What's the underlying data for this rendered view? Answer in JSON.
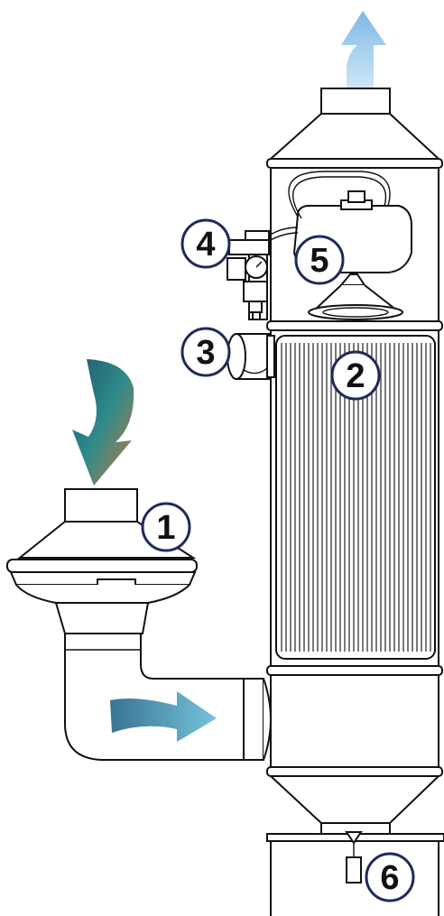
{
  "callouts": {
    "c1": "1",
    "c2": "2",
    "c3": "3",
    "c4": "4",
    "c5": "5",
    "c6": "6"
  },
  "colors": {
    "callout_ring": "#1f2a5a",
    "outlet_arrow": "#8fc3e8",
    "inlet_arrow_top": "#c07a3a",
    "inlet_arrow_bottom": "#1d5a6b",
    "flow_arrow": "#4b8fb5"
  },
  "icons": {
    "outlet": "clean-air-outlet-arrow-icon",
    "inlet": "dusty-air-inlet-arrow-icon",
    "flow": "airflow-arrow-icon"
  }
}
